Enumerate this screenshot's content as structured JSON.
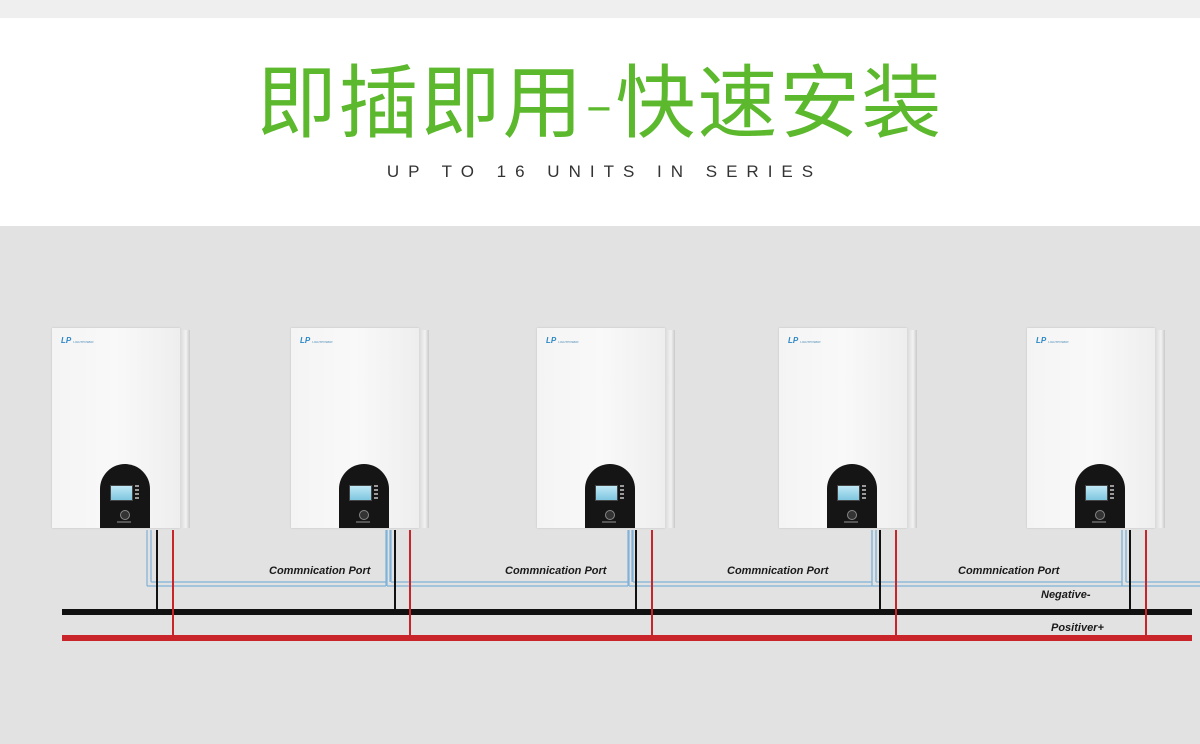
{
  "header": {
    "title": "即插即用-快速安装",
    "subtitle": "UP TO 16 UNITS IN SERIES"
  },
  "units": [
    {
      "logo": "LP",
      "logo_sub": "LIGHTPOWER"
    },
    {
      "logo": "LP",
      "logo_sub": "LIGHTPOWER"
    },
    {
      "logo": "LP",
      "logo_sub": "LIGHTPOWER"
    },
    {
      "logo": "LP",
      "logo_sub": "LIGHTPOWER"
    },
    {
      "logo": "LP",
      "logo_sub": "LIGHTPOWER"
    }
  ],
  "labels": {
    "comm_ports": [
      "Commnication Port",
      "Commnication Port",
      "Commnication Port",
      "Commnication Port"
    ],
    "negative": "Negative-",
    "positive": "Positiver+"
  },
  "colors": {
    "title": "#5cb82c",
    "positive_bus": "#c8242a",
    "negative_bus": "#111111",
    "comm_line": "#7fb2d8",
    "background": "#e2e2e2"
  },
  "icons": {
    "logo": "lp-logo-icon",
    "power": "power-button-icon"
  }
}
